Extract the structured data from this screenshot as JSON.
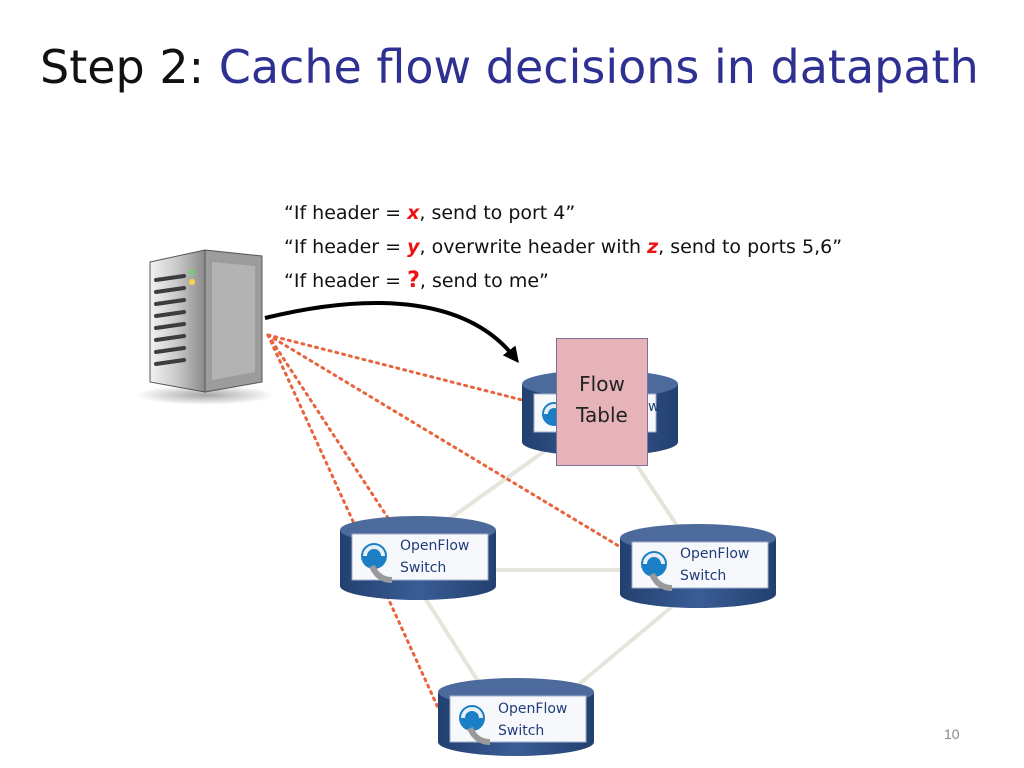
{
  "slide": {
    "title_prefix": "Step 2: ",
    "title_main": "Cache flow decisions in datapath",
    "page_number": "10"
  },
  "rules": [
    {
      "a": "“If header = ",
      "var": "x",
      "b": ", send to port 4”"
    },
    {
      "a": "“If header = ",
      "var": "y",
      "b": ", overwrite header with ",
      "var2": "z",
      "c": ", send to ports 5,6”"
    },
    {
      "a": "“If header = ",
      "var": "?",
      "b": ", send to me”"
    }
  ],
  "flow_table": {
    "line1": "Flow",
    "line2": "Table"
  },
  "switches": [
    {
      "line1": "OpenFlow",
      "line2": "Switch"
    },
    {
      "line1": "OpenFlow",
      "line2": "Switch"
    },
    {
      "line1": "OpenFlow",
      "line2": "Switch"
    }
  ],
  "top_switch_partial": "w",
  "colors": {
    "title_accent": "#2e3192",
    "variable": "#ee1111",
    "control_link": "#e8643c",
    "switch_body": "#2f4f86",
    "switch_top": "#4d6a9c",
    "flow_table_fill": "#e6b3b8"
  }
}
